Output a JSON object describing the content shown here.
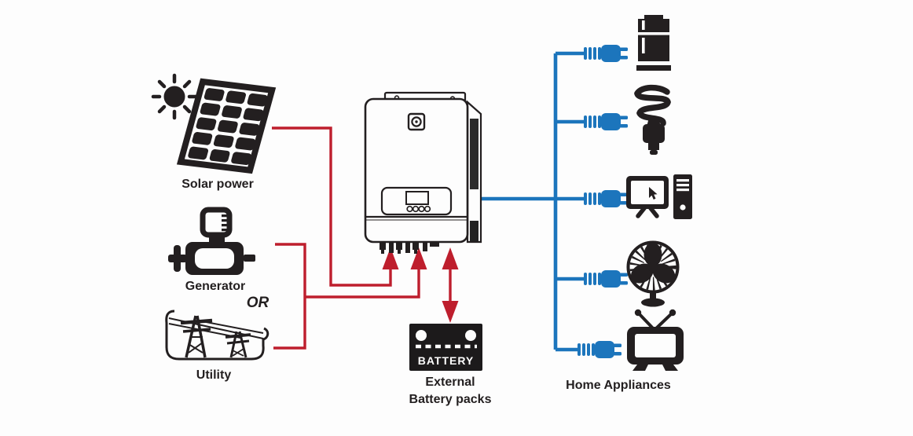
{
  "diagram": {
    "inputs": [
      {
        "id": "solar-power",
        "label": "Solar power",
        "icon": "solar-panel-icon"
      },
      {
        "id": "generator",
        "label": "Generator",
        "icon": "generator-icon"
      },
      {
        "id": "utility",
        "label": "Utility",
        "icon": "transmission-towers-icon"
      }
    ],
    "or_label": "OR",
    "inverter": {
      "icon": "inverter-icon"
    },
    "battery": {
      "icon": "battery-icon",
      "icon_text": "BATTERY",
      "caption_line1": "External",
      "caption_line2": "Battery packs"
    },
    "appliances": {
      "caption": "Home Appliances",
      "items": [
        {
          "id": "refrigerator",
          "icon": "refrigerator-icon"
        },
        {
          "id": "cfl-lamp",
          "icon": "cfl-bulb-icon"
        },
        {
          "id": "computer",
          "icon": "desktop-computer-icon"
        },
        {
          "id": "fan",
          "icon": "table-fan-icon"
        },
        {
          "id": "tv",
          "icon": "television-icon"
        }
      ]
    },
    "connections": [
      {
        "from": "solar-power",
        "to": "inverter",
        "style": "red-arrow-in"
      },
      {
        "from": "generator",
        "to": "inverter",
        "style": "red-arrow-in",
        "junction": "OR with utility"
      },
      {
        "from": "utility",
        "to": "inverter",
        "style": "red-arrow-in",
        "junction": "OR with generator"
      },
      {
        "from": "inverter",
        "to": "battery",
        "style": "red-double-arrow"
      },
      {
        "from": "inverter",
        "to": "appliances",
        "style": "blue-line-with-plugs"
      }
    ],
    "colors": {
      "input_line": "#be1e2d",
      "output_line": "#1c75bc",
      "icon_ink": "#231f20",
      "background": "#fdfdfd"
    }
  }
}
